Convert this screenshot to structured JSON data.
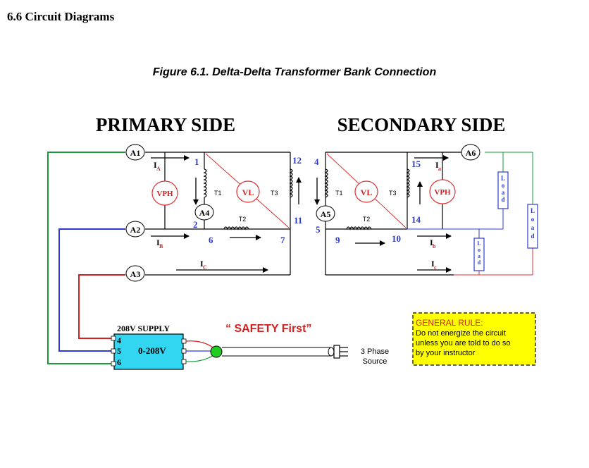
{
  "section_title": "6.6 Circuit Diagrams",
  "figure_caption": "Figure 6.1. Delta-Delta Transformer Bank Connection",
  "primary_side_label": "PRIMARY SIDE",
  "secondary_side_label": "SECONDARY SIDE",
  "ammeters": {
    "a1": "A1",
    "a2": "A2",
    "a3": "A3",
    "a4": "A4",
    "a5": "A5",
    "a6": "A6"
  },
  "voltmeters": {
    "vph_primary": "VPH",
    "vl_primary": "VL",
    "vl_secondary": "VL",
    "vph_secondary": "VPH"
  },
  "transformers": {
    "p_t1": "T1",
    "p_t2": "T2",
    "p_t3": "T3",
    "s_t1": "T1",
    "s_t2": "T2",
    "s_t3": "T3"
  },
  "nodes": {
    "n1": "1",
    "n2": "2",
    "n4": "4",
    "n5": "5",
    "n6": "6",
    "n7": "7",
    "n9": "9",
    "n10": "10",
    "n11": "11",
    "n12": "12",
    "n14": "14",
    "n15": "15"
  },
  "currents": {
    "ia": "I",
    "ia_sub": "A",
    "ib": "I",
    "ib_sub": "B",
    "ic": "I",
    "ic_sub": "C",
    "ia2": "I",
    "ia2_sub": "a",
    "ib2": "I",
    "ib2_sub": "b",
    "ic2": "I",
    "ic2_sub": "c"
  },
  "load_label": "Load",
  "supply": {
    "title": "208V SUPPLY",
    "terminals": [
      "4",
      "5",
      "6"
    ],
    "range": "0-208V"
  },
  "safety_text": "“ SAFETY First”",
  "source_label_line1": "3 Phase",
  "source_label_line2": "Source",
  "general_rule": {
    "title": "GENERAL RULE:",
    "lines": [
      "Do not energize the circuit",
      "unless you are told to do so",
      "by your instructor"
    ]
  },
  "colors": {
    "green": "#1a9a3a",
    "blue": "#2b3bd0",
    "red": "#d42020",
    "meter_red": "#e03030",
    "supply_fill": "#33d6f0",
    "rule_fill": "#ffff00",
    "node_green": "#22cc22"
  }
}
